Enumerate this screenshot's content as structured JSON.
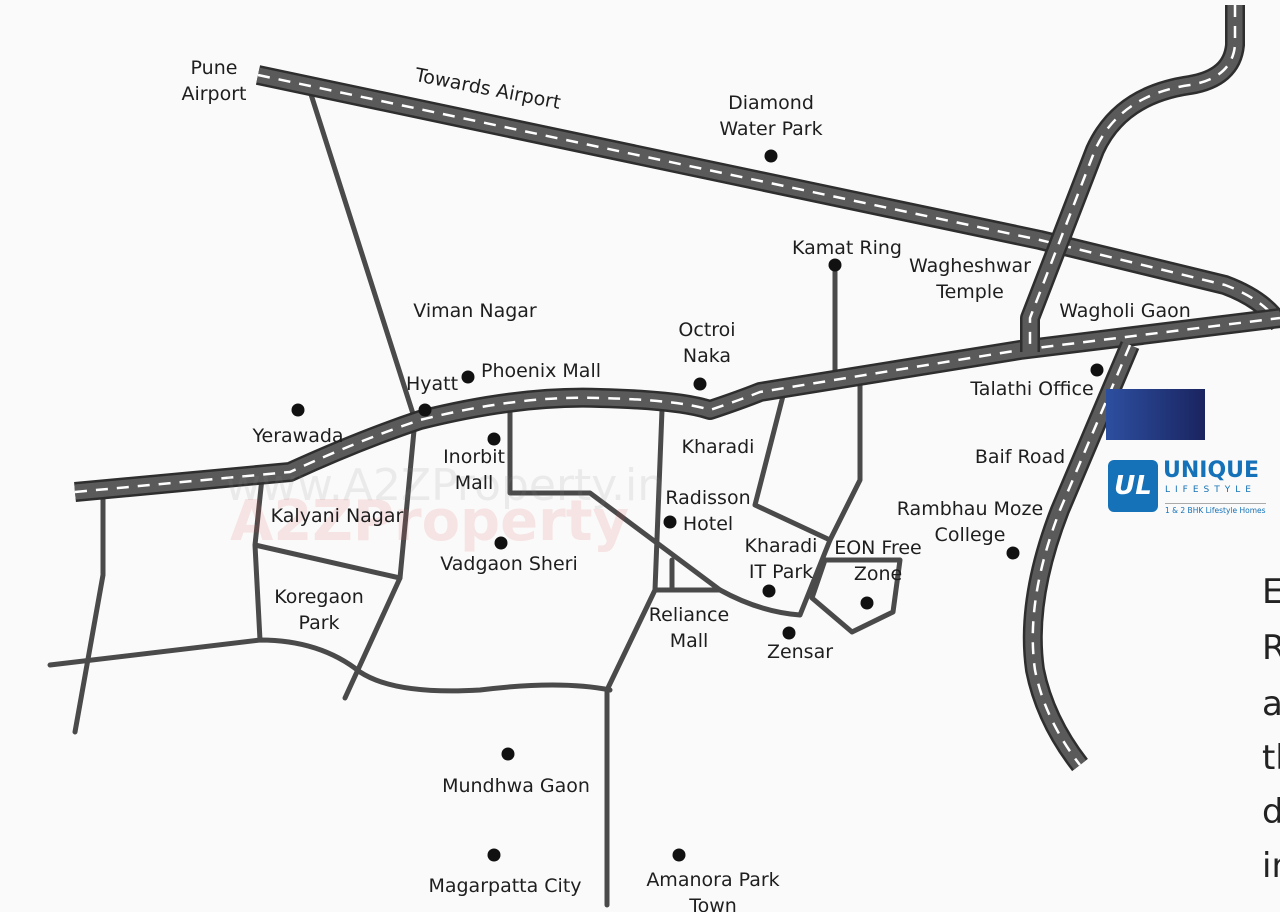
{
  "map": {
    "highway_labels": {
      "towards_airport": "Towards Airport"
    },
    "places": [
      {
        "id": "pune-airport",
        "lines": [
          "Pune",
          "Airport"
        ]
      },
      {
        "id": "diamond-water-park",
        "lines": [
          "Diamond",
          "Water Park"
        ]
      },
      {
        "id": "kamat-ring",
        "lines": [
          "Kamat Ring"
        ]
      },
      {
        "id": "wagheshwar-temple",
        "lines": [
          "Wagheshwar",
          "Temple"
        ]
      },
      {
        "id": "wagholi-gaon",
        "lines": [
          "Wagholi Gaon"
        ]
      },
      {
        "id": "viman-nagar",
        "lines": [
          "Viman Nagar"
        ]
      },
      {
        "id": "octroi-naka",
        "lines": [
          "Octroi",
          "Naka"
        ]
      },
      {
        "id": "talathi-office",
        "lines": [
          "Talathi Office"
        ]
      },
      {
        "id": "hyatt",
        "lines": [
          "Hyatt"
        ]
      },
      {
        "id": "phoenix-mall",
        "lines": [
          "Phoenix Mall"
        ]
      },
      {
        "id": "yerawada",
        "lines": [
          "Yerawada"
        ]
      },
      {
        "id": "kharadi",
        "lines": [
          "Kharadi"
        ]
      },
      {
        "id": "inorbit-mall",
        "lines": [
          "Inorbit",
          "Mall"
        ]
      },
      {
        "id": "baif-road",
        "lines": [
          "Baif Road"
        ]
      },
      {
        "id": "radisson-hotel",
        "lines": [
          "Radisson",
          "Hotel"
        ]
      },
      {
        "id": "kalyani-nagar",
        "lines": [
          "Kalyani Nagar"
        ]
      },
      {
        "id": "rambhau-moze-college",
        "lines": [
          "Rambhau Moze",
          "College"
        ]
      },
      {
        "id": "vadgaon-sheri",
        "lines": [
          "Vadgaon Sheri"
        ]
      },
      {
        "id": "kharadi-it-park",
        "lines": [
          "Kharadi",
          "IT Park"
        ]
      },
      {
        "id": "eon-free-zone",
        "lines": [
          "EON Free",
          "Zone"
        ]
      },
      {
        "id": "koregaon-park",
        "lines": [
          "Koregaon",
          "Park"
        ]
      },
      {
        "id": "reliance-mall",
        "lines": [
          "Reliance",
          "Mall"
        ]
      },
      {
        "id": "zensar",
        "lines": [
          "Zensar"
        ]
      },
      {
        "id": "mundhwa-gaon",
        "lines": [
          "Mundhwa Gaon"
        ]
      },
      {
        "id": "magarpatta-city",
        "lines": [
          "Magarpatta City"
        ]
      },
      {
        "id": "amanora-park-town",
        "lines": [
          "Amanora Park",
          "Town"
        ]
      }
    ]
  },
  "watermark": {
    "url": "www.A2ZProperty.in",
    "brand": "A2ZProperty"
  },
  "logo": {
    "mark": "UL",
    "name": "UNIQUE",
    "sub": "LIFESTYLE",
    "tagline": "1 & 2 BHK Lifestyle Homes",
    "color": "#1572b8"
  },
  "side_text": [
    "E",
    "R",
    "a",
    "th",
    "d",
    "in"
  ]
}
